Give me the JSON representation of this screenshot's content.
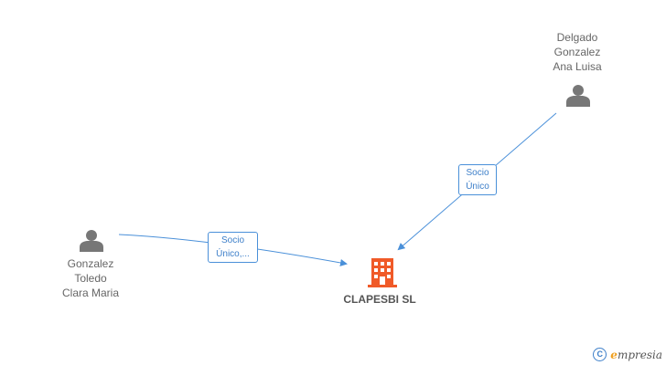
{
  "people": [
    {
      "id": "delgado",
      "name_lines": [
        "Delgado",
        "Gonzalez",
        "Ana Luisa"
      ],
      "icon": "person-icon"
    },
    {
      "id": "gonzalez",
      "name_lines": [
        "Gonzalez",
        "Toledo",
        "Clara Maria"
      ],
      "icon": "person-icon"
    }
  ],
  "relations": [
    {
      "from": "delgado",
      "label_lines": [
        "Socio",
        "Único"
      ]
    },
    {
      "from": "gonzalez",
      "label_lines": [
        "Socio",
        "Único,..."
      ]
    }
  ],
  "company": {
    "name": "CLAPESBI SL",
    "icon": "building-icon",
    "color": "#f05a28"
  },
  "footer": {
    "copyright_symbol": "C",
    "brand_letter": "e",
    "brand_rest": "mpresia"
  },
  "colors": {
    "edge": "#4a90d9",
    "person": "#777777",
    "text": "#666666"
  }
}
